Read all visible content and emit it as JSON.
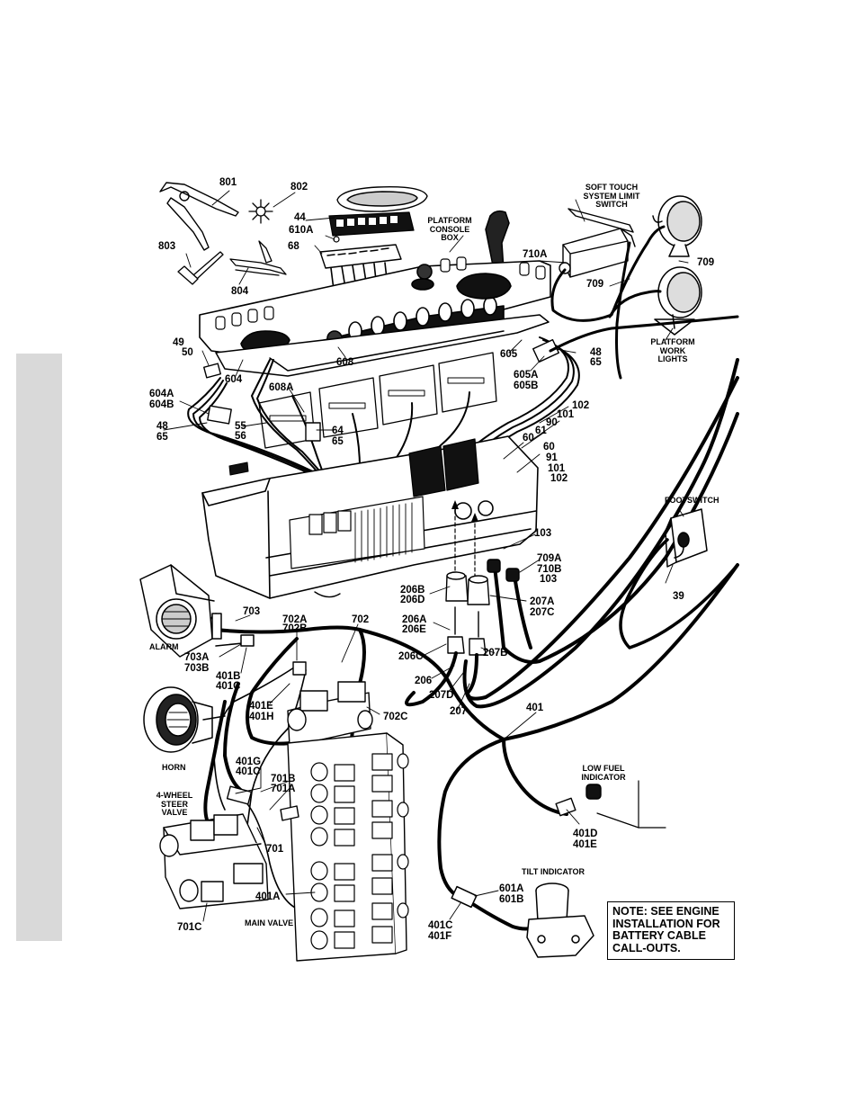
{
  "labels": {
    "l801": "801",
    "l802": "802",
    "l803": "803",
    "l804": "804",
    "l44": "44",
    "l610a": "610A",
    "l68": "68",
    "console_1": "PLATFORM",
    "console_2": "CONSOLE",
    "console_3": "BOX",
    "soft_1": "SOFT TOUCH",
    "soft_2": "SYSTEM LIMIT",
    "soft_3": "SWITCH",
    "l710a": "710A",
    "l709_top": "709",
    "l709_mid": "709",
    "pwl_1": "PLATFORM",
    "pwl_2": "WORK",
    "pwl_3": "LIGHTS",
    "l49": "49",
    "l50": "50",
    "l604": "604",
    "l608": "608",
    "l605": "605",
    "l48_right": "48",
    "l65_right": "65",
    "l605a": "605A",
    "l605b": "605B",
    "l604a": "604A",
    "l604b": "604B",
    "l608a": "608A",
    "l102_top": "102",
    "l101_top": "101",
    "l90": "90",
    "l48_left": "48",
    "l65_left": "65",
    "l55": "55",
    "l56": "56",
    "l64": "64",
    "l65_mid": "65",
    "l61": "61",
    "l60_a": "60",
    "l60_b": "60",
    "l91": "91",
    "l101_b": "101",
    "l102_b": "102",
    "footswitch": "FOOTSWITCH",
    "l103_a": "103",
    "l709a": "709A",
    "l710b": "710B",
    "l103_b": "103",
    "l206b": "206B",
    "l206d": "206D",
    "l207a": "207A",
    "l207c": "207C",
    "l206a": "206A",
    "l206e": "206E",
    "l39": "39",
    "l703": "703",
    "l702a": "702A",
    "l702b": "702B",
    "l702": "702",
    "alarm": "ALARM",
    "l703a": "703A",
    "l703b": "703B",
    "l401b": "401B",
    "l401c_a": "401C",
    "l206c": "206C",
    "l207b": "207B",
    "l206": "206",
    "l207d": "207D",
    "l207": "207",
    "l401e": "401E",
    "l401h": "401H",
    "l702c": "702C",
    "l401": "401",
    "horn": "HORN",
    "lowfuel_1": "LOW FUEL",
    "lowfuel_2": "INDICATOR",
    "l401g": "401G",
    "l401c_b": "401C",
    "l701b": "701B",
    "l701a": "701A",
    "steer_1": "4-WHEEL",
    "steer_2": "STEER",
    "steer_3": "VALVE",
    "l701": "701",
    "l401d": "401D",
    "l401e_b": "401E",
    "tilt": "TILT INDICATOR",
    "l401a": "401A",
    "l601a": "601A",
    "l601b": "601B",
    "l701c": "701C",
    "mainvalve": "MAIN VALVE",
    "l401c_c": "401C",
    "l401f": "401F"
  },
  "note": {
    "line1": "NOTE: SEE ENGINE",
    "line2": "INSTALLATION FOR",
    "line3": "BATTERY CABLE",
    "line4": "CALL-OUTS."
  }
}
